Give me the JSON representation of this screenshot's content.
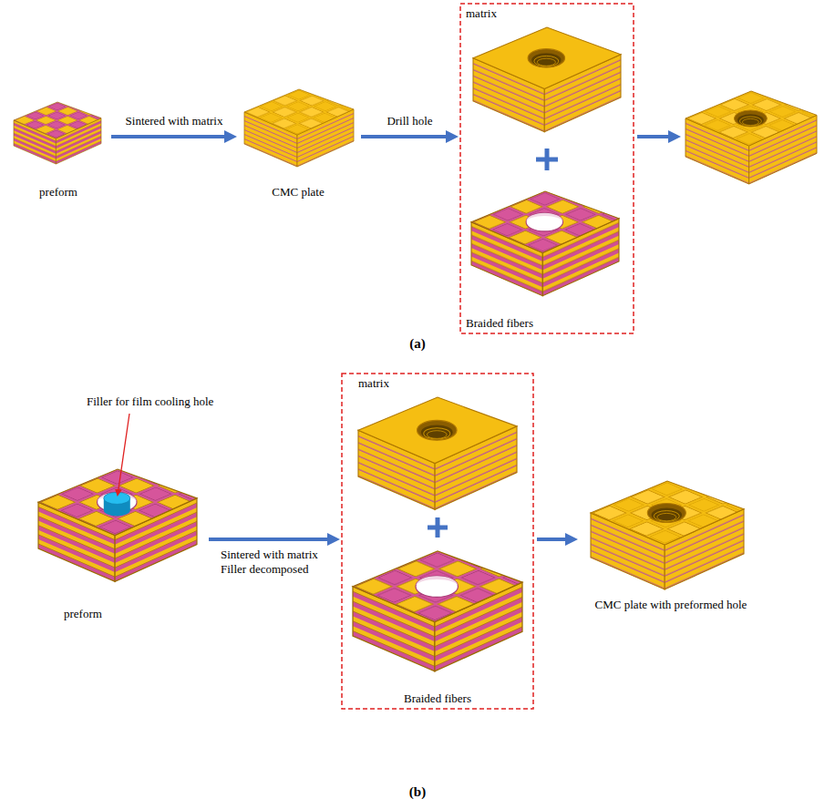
{
  "diagram": {
    "nodes": [
      {
        "text": [
          "preform"
        ]
      },
      {
        "text": [
          "CMC plate"
        ]
      },
      {
        "text": [
          "matrix"
        ]
      },
      {
        "text": [
          "Braided fibers"
        ]
      },
      {
        "text": [
          "preform"
        ]
      },
      {
        "text": [
          "matrix"
        ]
      },
      {
        "text": [
          "Braided fibers"
        ]
      },
      {
        "text": [
          "CMC plate with preformed hole"
        ]
      }
    ],
    "edges": [
      {
        "from": 0,
        "to": 1,
        "arrow": "to",
        "label": "Sintered with matrix"
      },
      {
        "from": 1,
        "to": 2,
        "arrow": "to",
        "label": "Drill hole"
      },
      {
        "from": 4,
        "to": 5,
        "arrow": "to",
        "label": "Sintered with matrix Filler decomposed"
      },
      {
        "from": 5,
        "to": 7,
        "arrow": "to"
      }
    ],
    "labels": [
      "Filler for film cooling hole",
      "(a)",
      "(b)"
    ]
  }
}
